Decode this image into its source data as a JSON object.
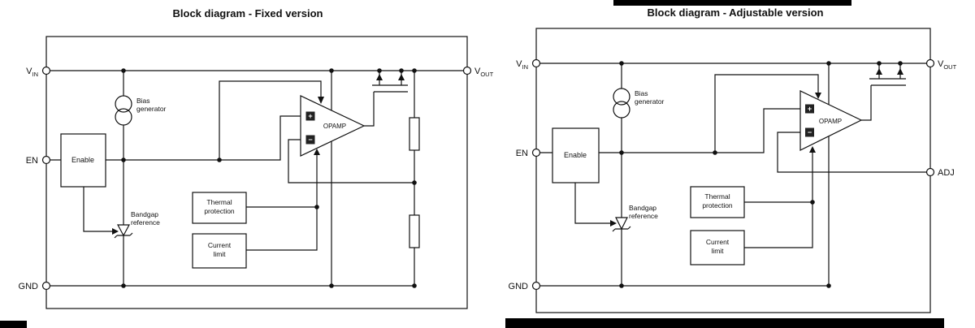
{
  "colors": {
    "title": "#17365d",
    "ink": "#111111",
    "artifact": "#000000"
  },
  "left": {
    "title": "Block diagram - Fixed version",
    "pins": {
      "vin_main": "V",
      "vin_sub": "IN",
      "en": "EN",
      "gnd": "GND",
      "vout_main": "V",
      "vout_sub": "OUT"
    },
    "labels": {
      "bias1": "Bias",
      "bias2": "generator",
      "enable": "Enable",
      "bandgap1": "Bandgap",
      "bandgap2": "reference",
      "thermal1": "Thermal",
      "thermal2": "protection",
      "current1": "Current",
      "current2": "limit",
      "opamp": "OPAMP",
      "plus": "+",
      "minus": "−"
    }
  },
  "right": {
    "title": "Block diagram - Adjustable version",
    "pins": {
      "vin_main": "V",
      "vin_sub": "IN",
      "en": "EN",
      "gnd": "GND",
      "vout_main": "V",
      "vout_sub": "OUT",
      "adj": "ADJ"
    },
    "labels": {
      "bias1": "Bias",
      "bias2": "generator",
      "enable": "Enable",
      "bandgap1": "Bandgap",
      "bandgap2": "reference",
      "thermal1": "Thermal",
      "thermal2": "protection",
      "current1": "Current",
      "current2": "limit",
      "opamp": "OPAMP",
      "plus": "+",
      "minus": "−"
    }
  }
}
